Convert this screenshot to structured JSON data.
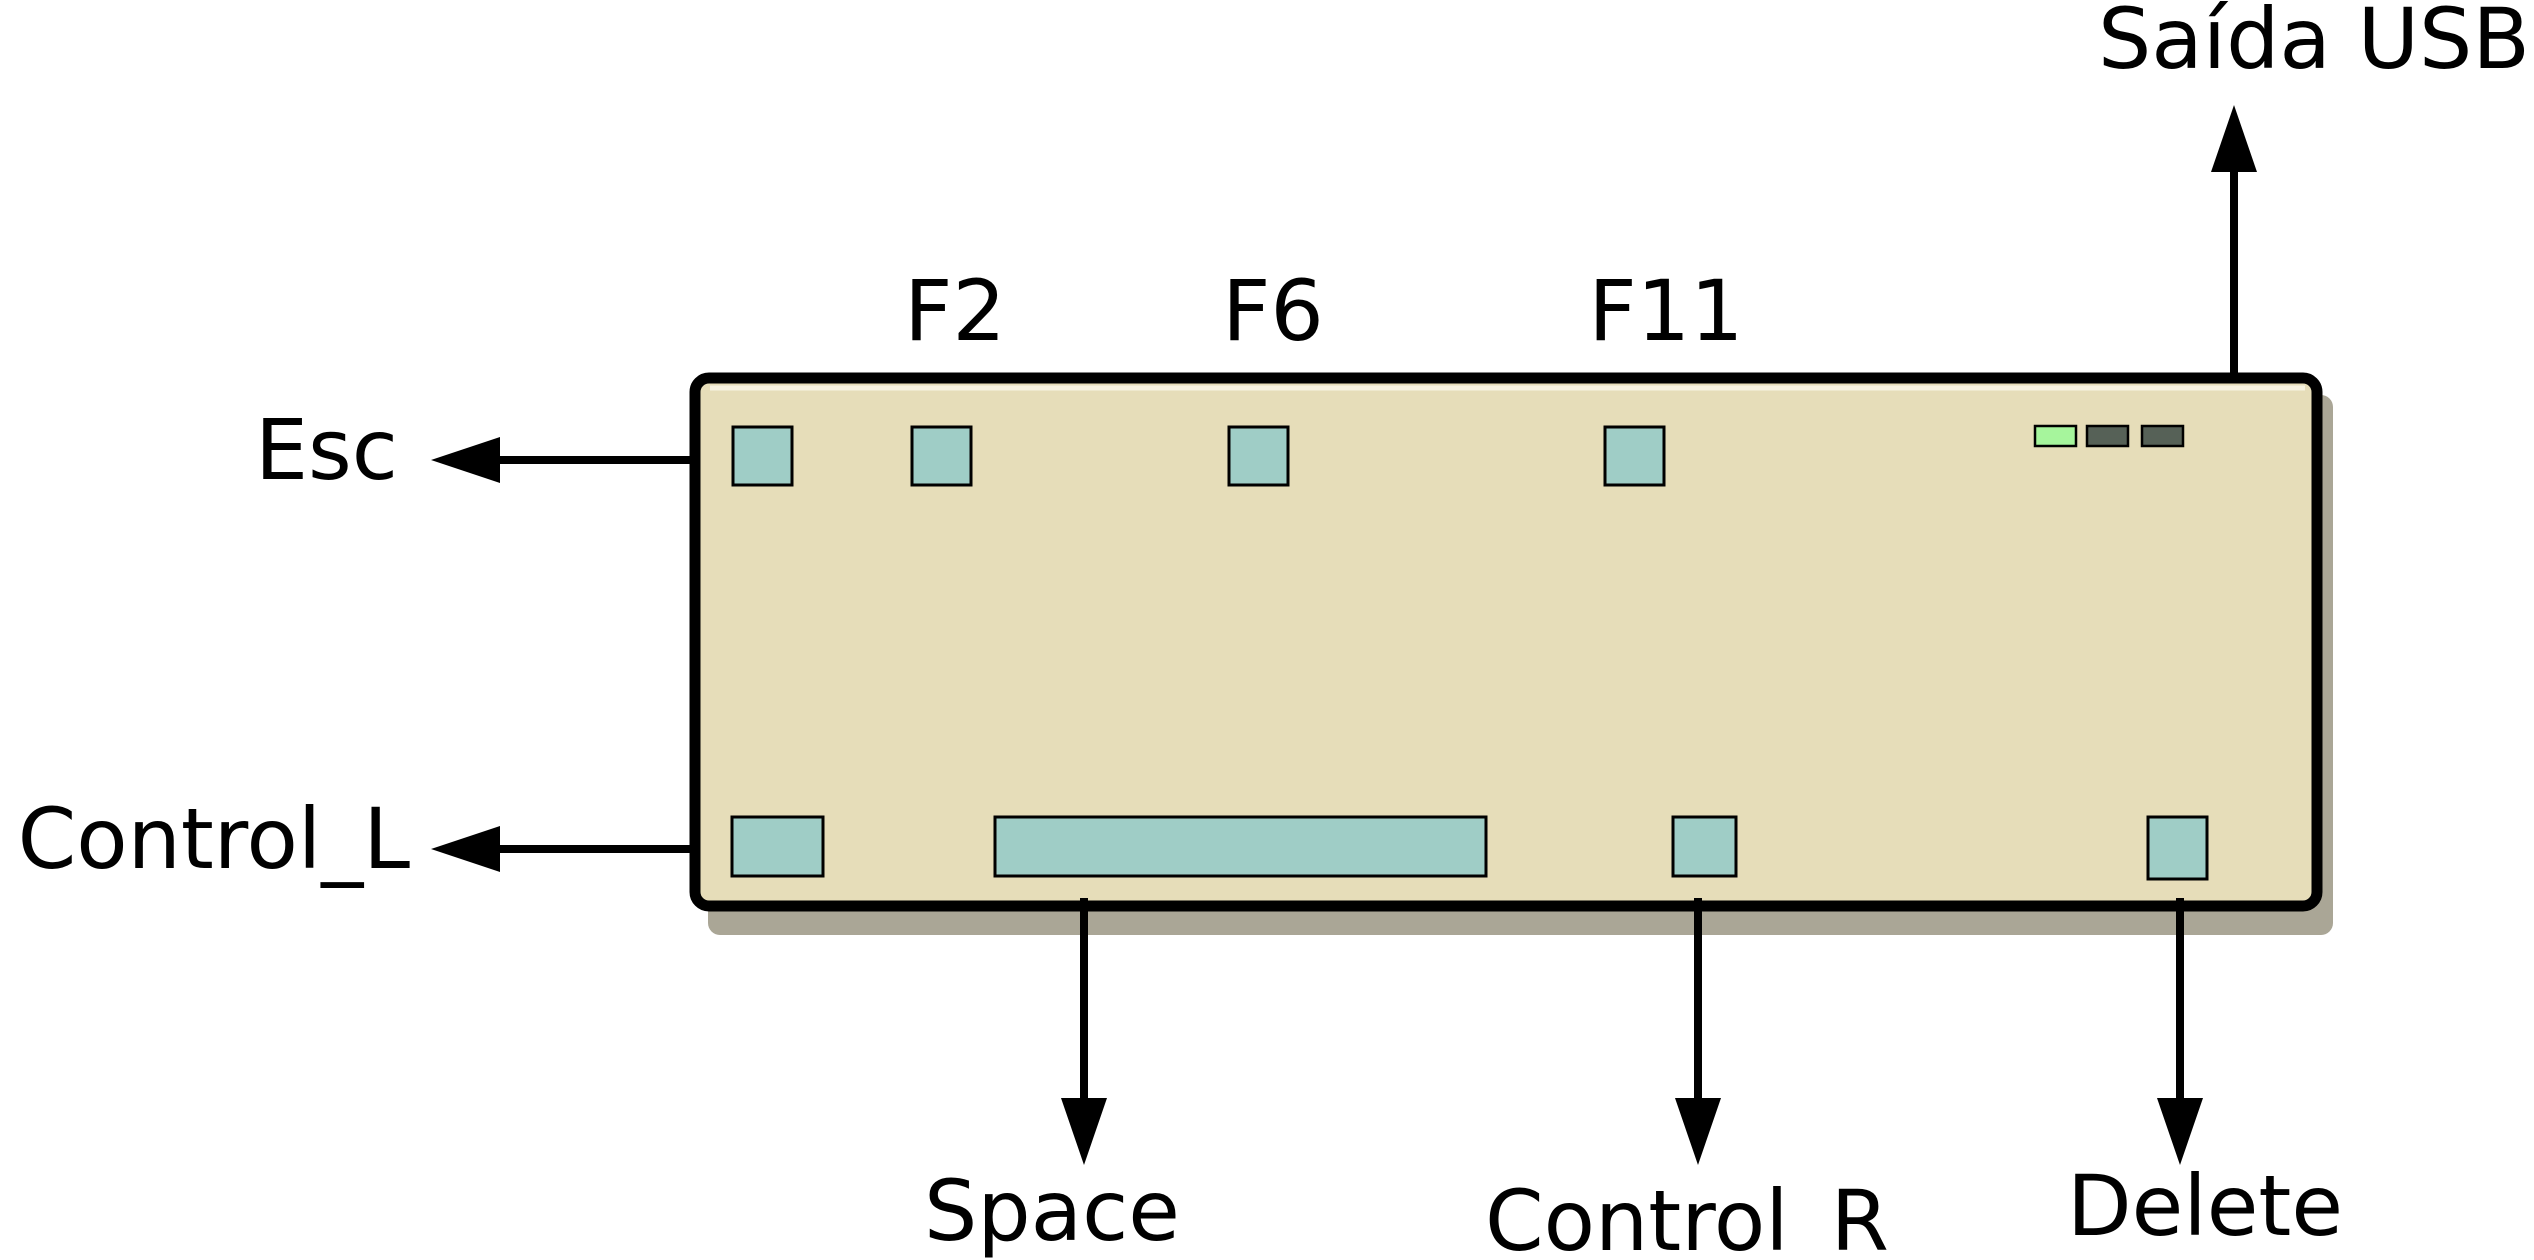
{
  "labels": {
    "f2": "F2",
    "f6": "F6",
    "f11": "F11",
    "esc": "Esc",
    "control_l": "Control_L",
    "usb": "Saída USB",
    "space": "Space",
    "control_r": "Control_R",
    "delete": "Delete"
  },
  "colors": {
    "board": "#e6ddb9",
    "board_highlight": "#f7f3e1",
    "shadow": "#aaa696",
    "key": "#9fcdc6",
    "led_on": "#a6f59c",
    "led_off": "#566157",
    "outline": "#000000"
  },
  "leds": [
    "on",
    "off",
    "off"
  ]
}
